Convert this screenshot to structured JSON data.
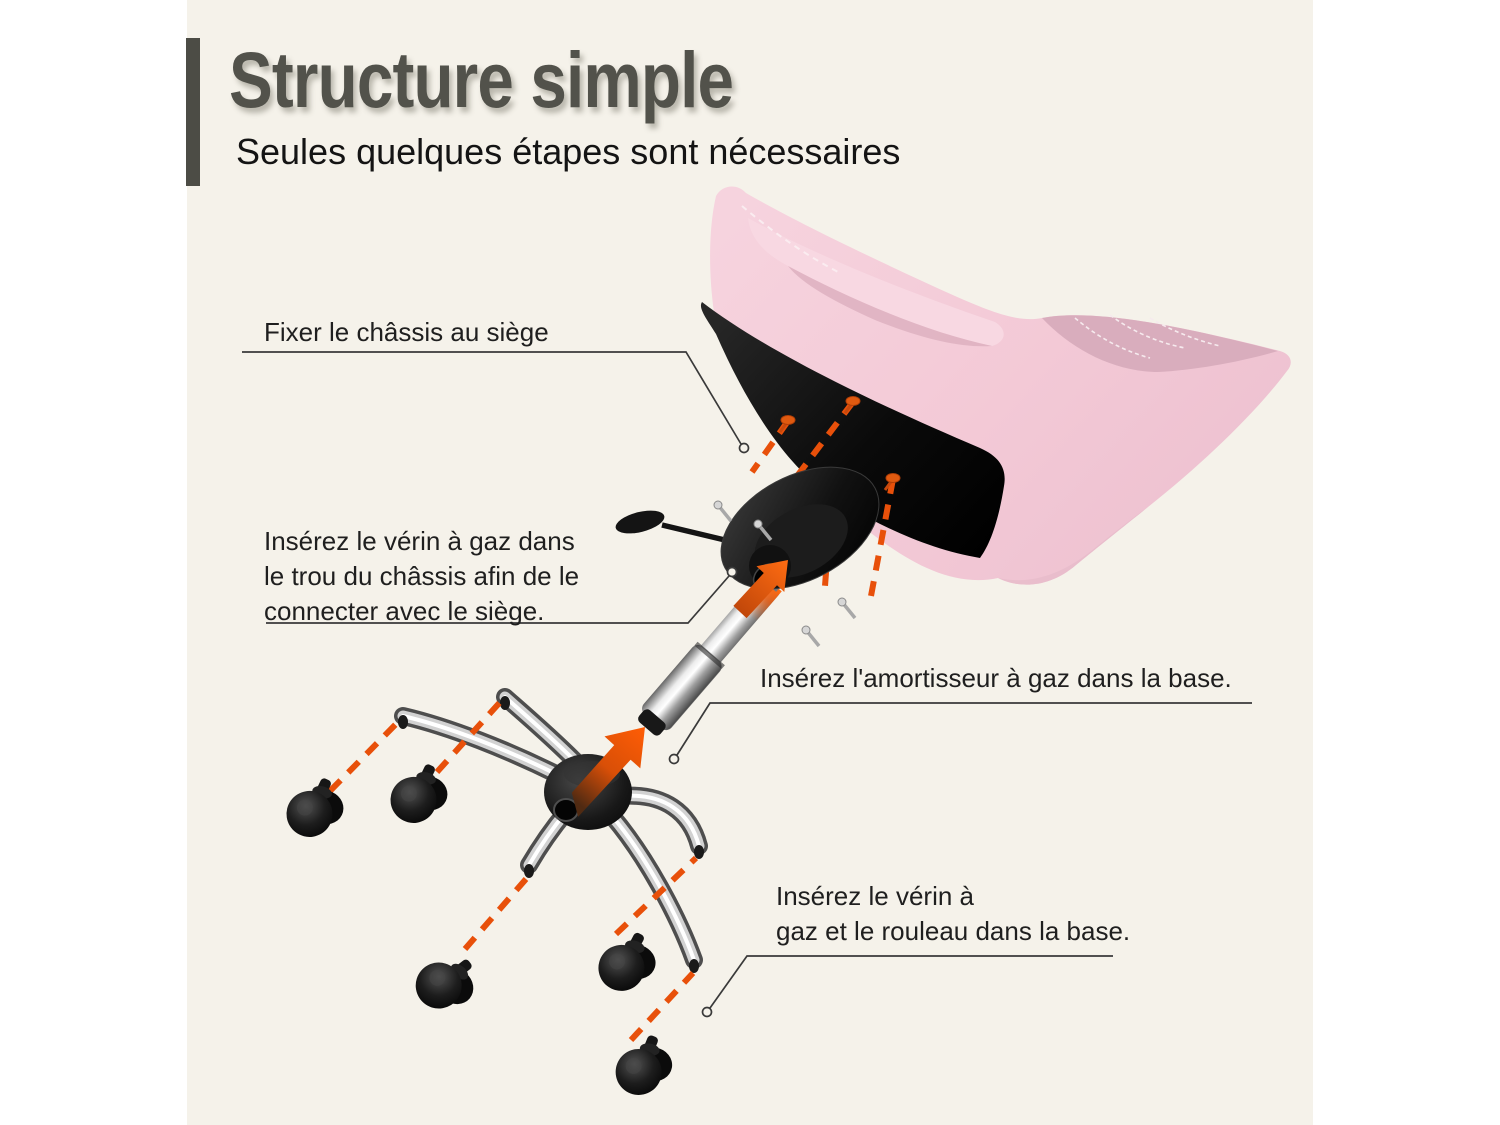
{
  "header": {
    "title": "Structure simple",
    "subtitle": "Seules quelques étapes sont nécessaires"
  },
  "callouts": [
    {
      "name": "attach-chassis-to-seat",
      "text": "Fixer le châssis au siège"
    },
    {
      "name": "insert-gas-lift-into-chassis",
      "text": "Insérez le vérin à gaz dans\nle trou du châssis afin de le\nconnecter avec le siège."
    },
    {
      "name": "insert-gas-damper-into-base",
      "text": "Insérez l'amortisseur à gaz dans la base."
    },
    {
      "name": "insert-lift-and-casters-into-base",
      "text": "Insérez le vérin à\ngaz et le rouleau dans la base."
    }
  ],
  "colors": {
    "canvas": "#ffffff",
    "background_panel": "#f5f2ea",
    "title_gray": "#52524b",
    "body_text": "#1f1f1f",
    "accent_orange": "#e8500a",
    "chair_pink": "#f3cbd7",
    "chair_pink_dark": "#d9adbd",
    "hardware_black": "#111111",
    "chrome_light": "#ececec"
  }
}
